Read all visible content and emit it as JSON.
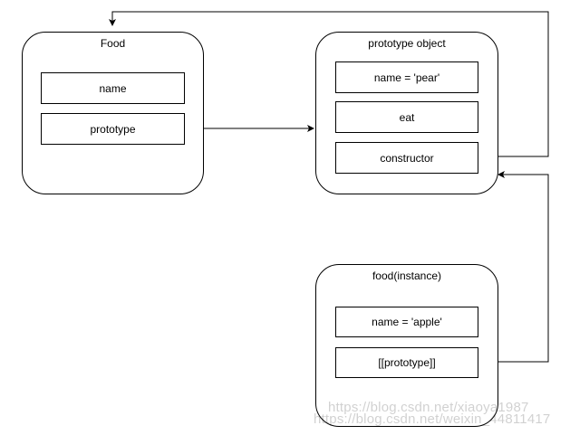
{
  "food": {
    "title": "Food",
    "fields": [
      "name",
      "prototype"
    ]
  },
  "prototype_object": {
    "title": "prototype object",
    "fields": [
      "name = 'pear'",
      "eat",
      "constructor"
    ]
  },
  "instance": {
    "title": "food(instance)",
    "fields": [
      "name = 'apple'",
      "[[prototype]]"
    ]
  },
  "watermarks": [
    "https://blog.csdn.net/xiaoya1987",
    "https://blog.csdn.net/weixin_44811417"
  ]
}
